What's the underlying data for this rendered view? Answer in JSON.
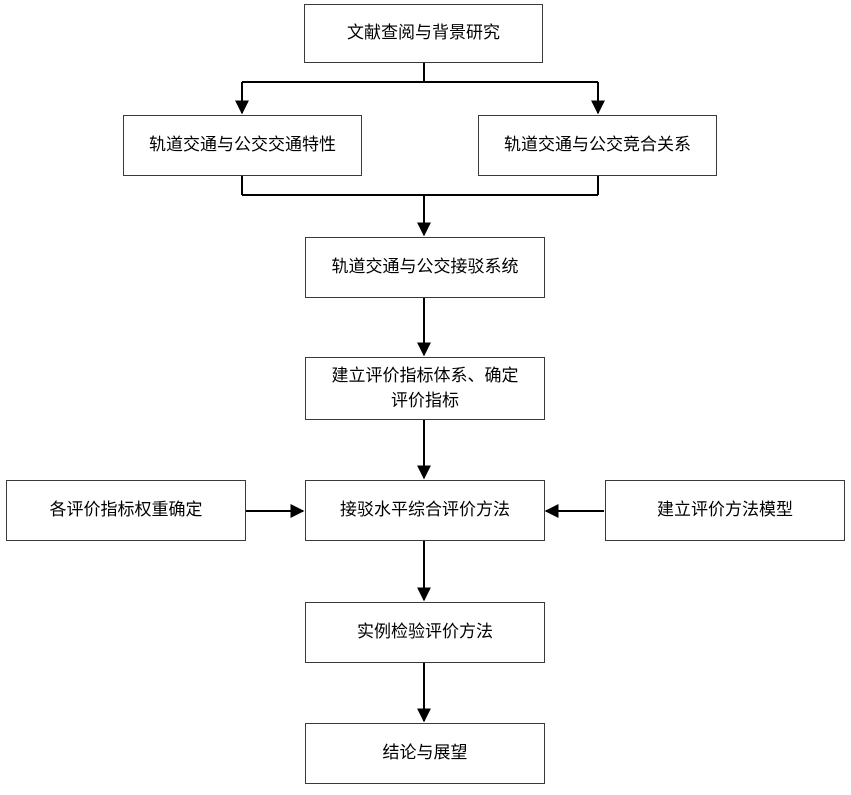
{
  "colors": {
    "line": "#000000",
    "border": "#3a3a3a",
    "background": "#ffffff",
    "text": "#000000"
  },
  "nodes": {
    "literature": "文献查阅与背景研究",
    "rail_bus_traits": "轨道交通与公交交通特性",
    "rail_bus_competition": "轨道交通与公交竞合关系",
    "feeder_system": "轨道交通与公交接驳系统",
    "index_system_line1": "建立评价指标体系、确定",
    "index_system_line2": "评价指标",
    "eval_method": "接驳水平综合评价方法",
    "weights": "各评价指标权重确定",
    "method_model": "建立评价方法模型",
    "case_test": "实例检验评价方法",
    "conclusion": "结论与展望"
  }
}
